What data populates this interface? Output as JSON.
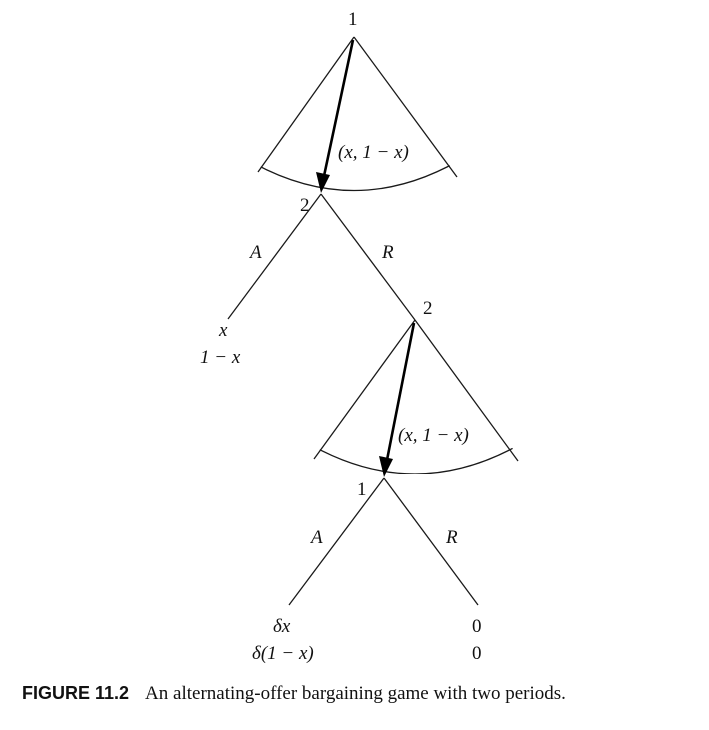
{
  "tree": {
    "root_player": "1",
    "offer_1": "(x, 1 − x)",
    "responder_1": "2",
    "accept_1": "A",
    "reject_1": "R",
    "payoff_accept_1": {
      "player1": "x",
      "player2": "1 − x"
    },
    "proposer_2": "2",
    "offer_2": "(x, 1 − x)",
    "responder_2": "1",
    "accept_2": "A",
    "reject_2": "R",
    "payoff_accept_2": {
      "player1": "δx",
      "player2": "δ(1 − x)"
    },
    "payoff_reject_2": {
      "player1": "0",
      "player2": "0"
    }
  },
  "caption": {
    "label": "FIGURE 11.2",
    "text": "An alternating-offer bargaining game with two periods."
  }
}
